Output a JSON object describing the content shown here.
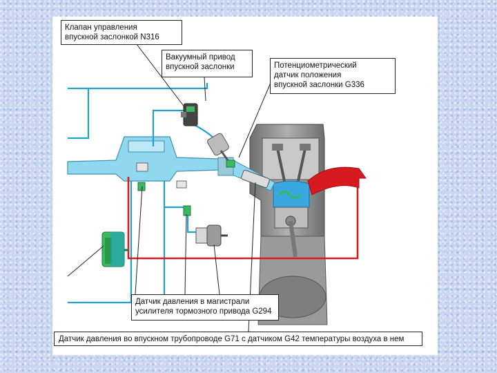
{
  "labels": {
    "throttle_valve": "Клапан управления\nвпускной заслонкой N316",
    "vacuum_actuator": "Вакуумный привод\nвпускной заслонки",
    "position_sensor": "Потенциометрический\nдатчик положения\nвпускной заслонки G336",
    "brake_pressure_sensor": "Датчик давления в магистрали\nусилителя тормозного привода G294",
    "intake_pressure_sensor": "Датчик давления во впускном трубопроводе G71 с датчиком G42 температуры воздуха в нем"
  },
  "colors": {
    "vacuum_line": "#1f9fd0",
    "intake_air": "#8fd8f0",
    "exhaust": "#d71920",
    "pressure_line": "#3cb860",
    "metal": "#8a8a8a",
    "metal_dark": "#555555"
  },
  "icons": {
    "valve": "solenoid-valve-icon",
    "actuator": "vacuum-actuator-icon",
    "sensor": "pressure-sensor-icon",
    "reservoir": "reservoir-icon"
  }
}
